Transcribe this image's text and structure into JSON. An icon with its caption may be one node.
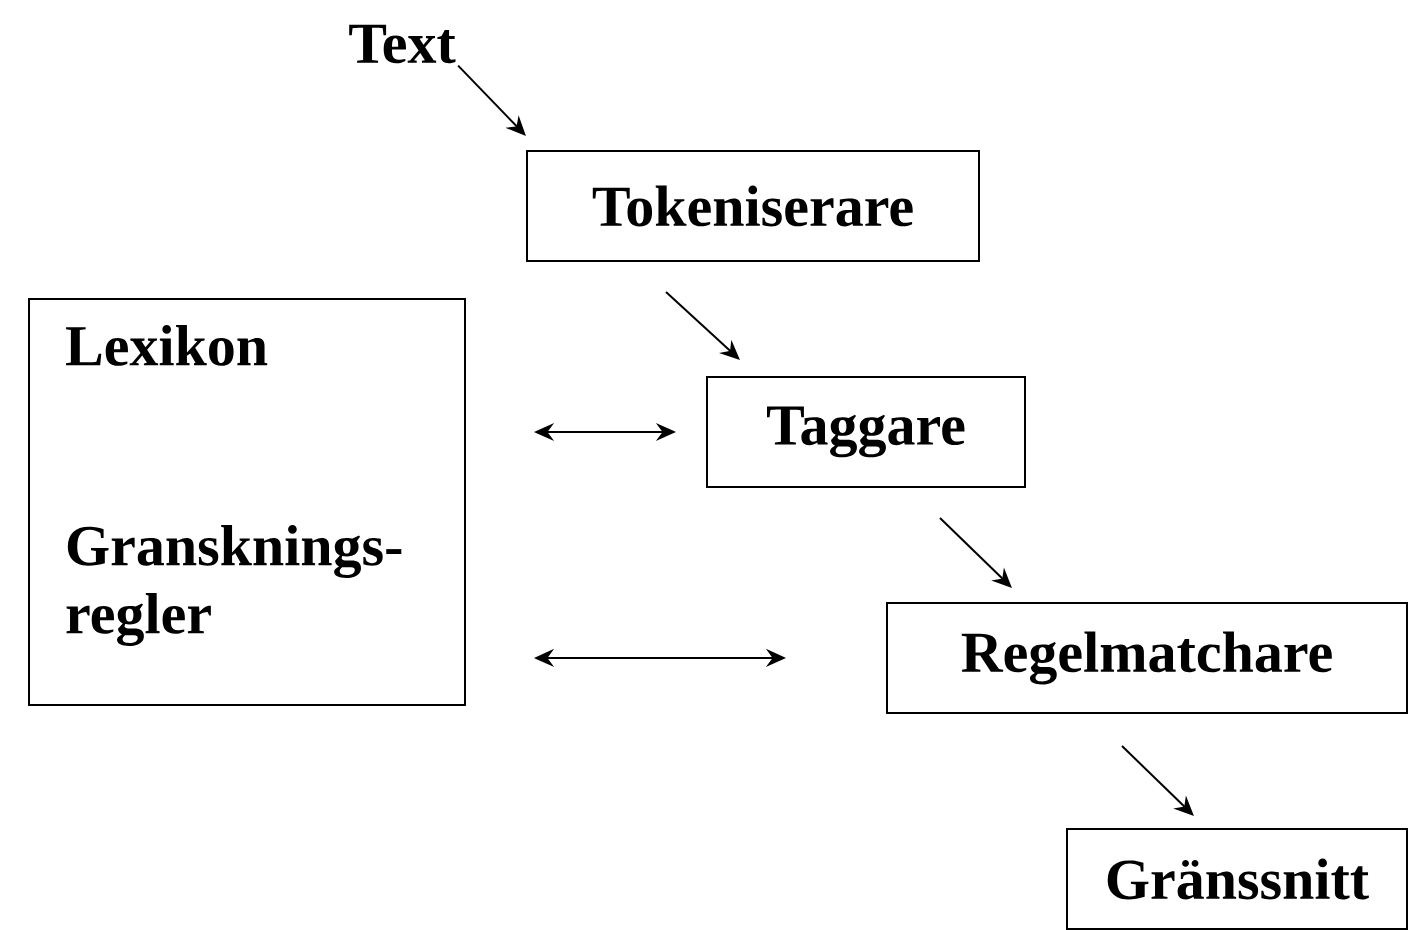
{
  "diagram": {
    "nodes": [
      {
        "text": [
          "Text"
        ]
      },
      {
        "text": [
          "Tokeniserare"
        ]
      },
      {
        "text": [
          "Lexikon",
          "Gransknings- regler"
        ]
      },
      {
        "text": [
          "Taggare"
        ]
      },
      {
        "text": [
          "Regelmatchare"
        ]
      },
      {
        "text": [
          "Gränssnitt"
        ]
      }
    ],
    "edges": [
      {
        "from": 0,
        "to": 1,
        "arrow": "to"
      },
      {
        "from": 1,
        "to": 3,
        "arrow": "to"
      },
      {
        "from": 2,
        "to": 3,
        "arrow": "both"
      },
      {
        "from": 3,
        "to": 4,
        "arrow": "to"
      },
      {
        "from": 2,
        "to": 4,
        "arrow": "both"
      },
      {
        "from": 4,
        "to": 5,
        "arrow": "to"
      }
    ]
  }
}
